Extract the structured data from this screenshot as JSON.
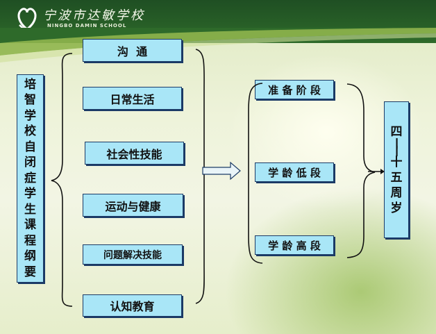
{
  "header": {
    "school_name_cn": "宁波市达敏学校",
    "school_name_en": "NINGBO DAMIN SCHOOL"
  },
  "diagram": {
    "root_label": "培智学校自闭症学生课程纲要",
    "categories": [
      "沟  通",
      "日常生活",
      "社会性技能",
      "运动与健康",
      "问题解决技能",
      "认知教育"
    ],
    "stages": [
      "准 备 阶 段",
      "学 龄 低 段",
      "学 龄 高 段"
    ],
    "age_range": "四——十五周岁"
  },
  "colors": {
    "box_fill": "#a9e6f7",
    "box_border": "#1b3a66",
    "header_green": "#1f4f23"
  }
}
